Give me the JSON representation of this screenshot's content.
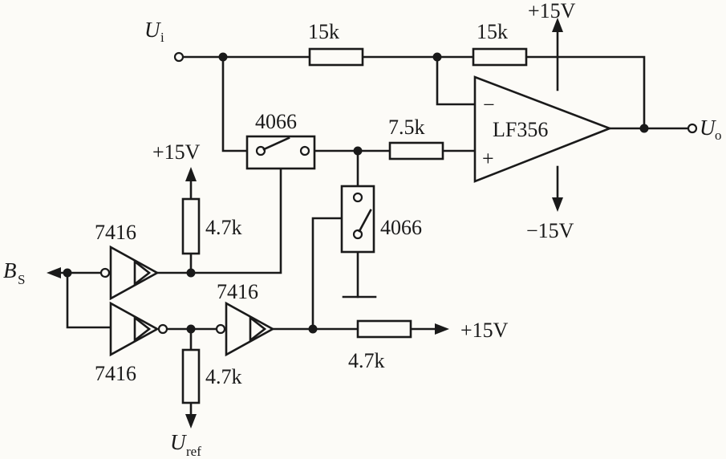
{
  "terminals": {
    "ui_main": "U",
    "ui_sub": "i",
    "uo_main": "U",
    "uo_sub": "o",
    "bs_main": "B",
    "bs_sub": "S",
    "uref_main": "U",
    "uref_sub": "ref"
  },
  "resistors": {
    "r_input": "15k",
    "r_feedback": "15k",
    "r_plus": "7.5k",
    "r_pullup_top": "4.7k",
    "r_pullup_bottom": "4.7k",
    "r_pullup_right": "4.7k"
  },
  "opamp": {
    "name": "LF356",
    "minus": "−",
    "plus": "+"
  },
  "supplies": {
    "opamp_pos": "+15V",
    "opamp_neg": "−15V",
    "left_pos": "+15V",
    "right_pos": "+15V"
  },
  "switches": {
    "sw1": "4066",
    "sw2": "4066"
  },
  "inverters": {
    "inv_top": "7416",
    "inv_bottom": "7416",
    "inv_mid": "7416"
  }
}
